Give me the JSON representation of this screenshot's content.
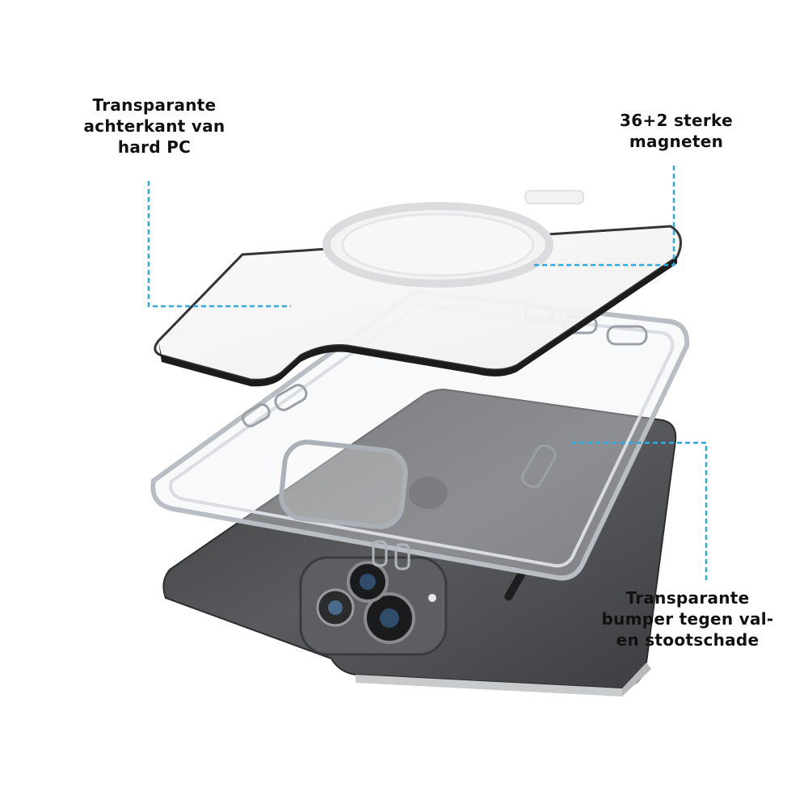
{
  "labels": {
    "back": [
      "Transparante",
      "achterkant van",
      "hard PC"
    ],
    "magnets": [
      "36+2 sterke",
      "magneten"
    ],
    "bumper": [
      "Transparante",
      "bumper tegen val-",
      "en stootschade"
    ]
  },
  "colors": {
    "callout_line": "#29abe2",
    "phone_body": "#4a4b4d",
    "text": "#111111"
  }
}
